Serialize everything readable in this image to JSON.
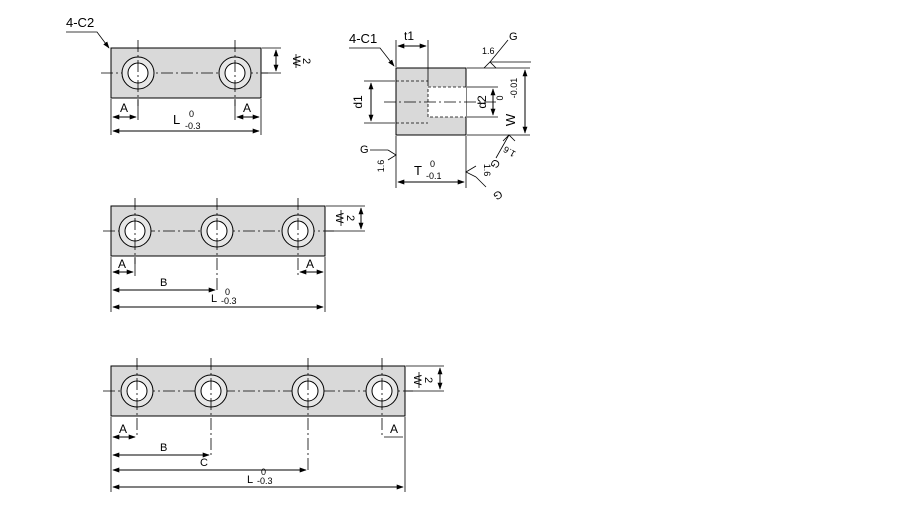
{
  "labels": {
    "chamfer_c2": "4-C2",
    "chamfer_c1": "4-C1",
    "dim_w": "W",
    "dim_two": "2",
    "dim_a": "A",
    "dim_b": "B",
    "dim_c": "C",
    "dim_l": "L",
    "dim_t": "T",
    "dim_t1": "t1",
    "dim_d1": "d1",
    "dim_d2": "d2",
    "tol_upper_zero": "0",
    "tol_l_lower": "-0.3",
    "tol_t_lower": "-0.1",
    "tol_w_lower": "-0.01",
    "datum_g": "G",
    "roughness": "1.6"
  }
}
